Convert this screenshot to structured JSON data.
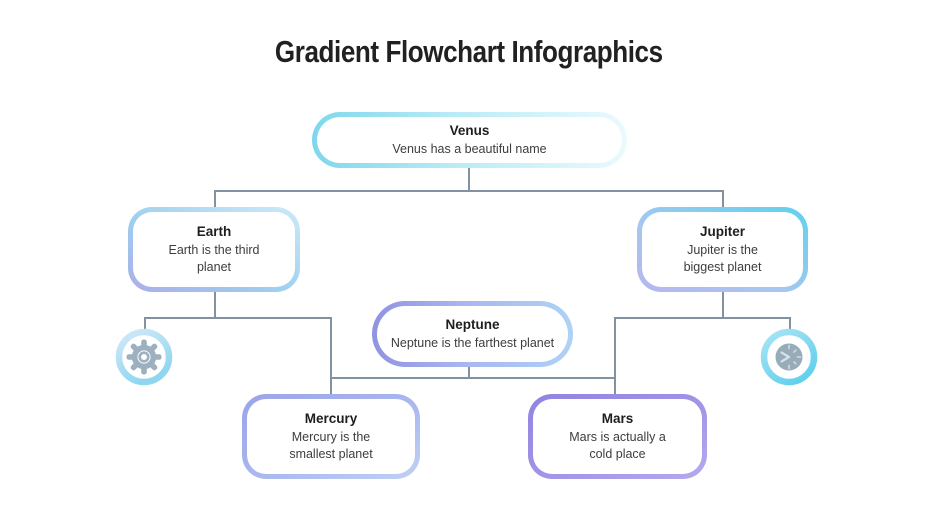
{
  "page": {
    "title": "Gradient Flowchart Infographics"
  },
  "nodes": [
    {
      "name": "Venus",
      "description": "Venus has a beautiful name"
    },
    {
      "name": "Earth",
      "description": "Earth is the third\nplanet"
    },
    {
      "name": "Jupiter",
      "description": "Jupiter is the\nbiggest planet"
    },
    {
      "name": "Neptune",
      "description": "Neptune is the farthest planet"
    },
    {
      "name": "Mercury",
      "description": "Mercury is the\nsmallest planet"
    },
    {
      "name": "Mars",
      "description": "Mars is actually a\ncold place"
    }
  ],
  "icons": [
    {
      "name": "gear-icon"
    },
    {
      "name": "clock-icon"
    }
  ],
  "colors": {
    "accent_cyan": "#7fd7ec",
    "accent_blue": "#9fcfee",
    "accent_periwinkle": "#a9b2ee",
    "accent_purple": "#9193e2",
    "connector_gray": "#8292a0",
    "icon_glyph_gray": "#9cb0bf",
    "title_text": "#212121",
    "body_text": "#3d3d3d",
    "background": "#ffffff"
  }
}
